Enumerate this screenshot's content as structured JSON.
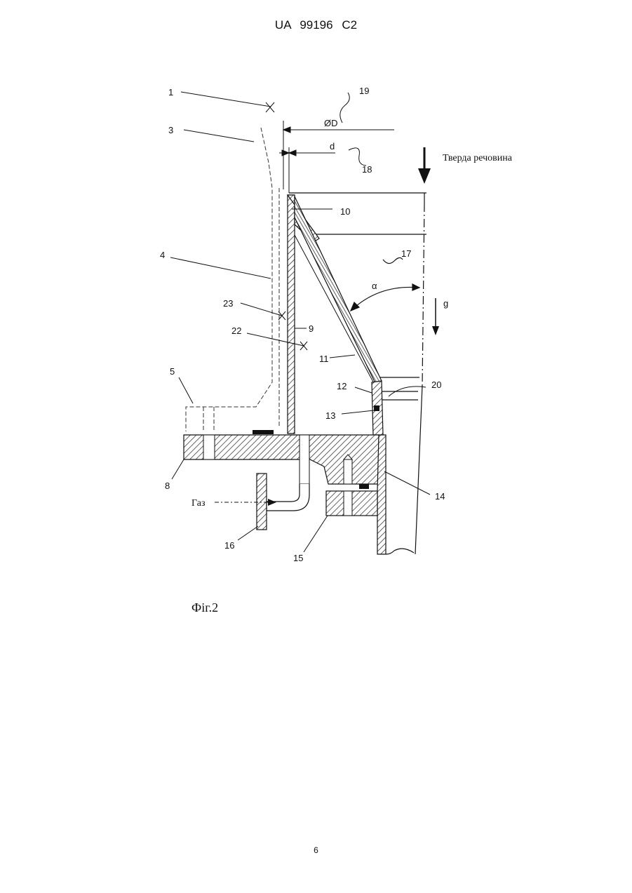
{
  "header": {
    "patent_id": "UA   99196   C2"
  },
  "figure": {
    "caption": "Фіг.2",
    "labels": {
      "l1": "1",
      "l3": "3",
      "l4": "4",
      "l5": "5",
      "l8": "8",
      "l9": "9",
      "l10": "10",
      "l11": "11",
      "l12": "12",
      "l13": "13",
      "l14": "14",
      "l15": "15",
      "l16": "16",
      "l17": "17",
      "l18": "18",
      "l19": "19",
      "l20": "20",
      "l22": "22",
      "l23": "23"
    },
    "dimension_D": "ØD",
    "dimension_d": "d",
    "angle_alpha": "α",
    "gravity": "g",
    "solid_material": "Тверда речовина",
    "gas": "Газ"
  },
  "page_number": "6"
}
